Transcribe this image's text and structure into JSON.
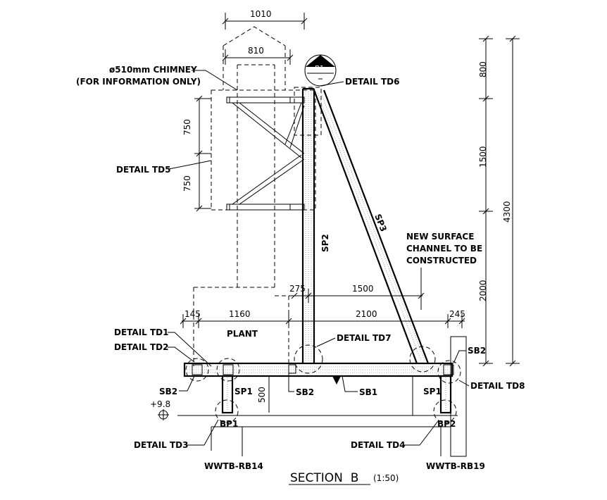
{
  "drawing": {
    "title": "SECTION  B",
    "scale": "(1:50)",
    "labels": {
      "chimney_line1": "ø510mm CHIMNEY",
      "chimney_line2": "(FOR INFORMATION ONLY)",
      "detail_td6": "DETAIL TD6",
      "detail_td5": "DETAIL TD5",
      "detail_td1": "DETAIL TD1",
      "detail_td2": "DETAIL TD2",
      "detail_td7": "DETAIL TD7",
      "detail_td8": "DETAIL TD8",
      "detail_td3": "DETAIL TD3",
      "detail_td4": "DETAIL TD4",
      "new_channel_1": "NEW SURFACE",
      "new_channel_2": "CHANNEL TO BE",
      "new_channel_3": "CONSTRUCTED",
      "plant": "PLANT",
      "b1": "B1",
      "sp1_left": "SP1",
      "sp1_right": "SP1",
      "sp2": "SP2",
      "sp3": "SP3",
      "sb1": "SB1",
      "sb2_left": "SB2",
      "sb2_mid": "SB2",
      "sb2_right": "SB2",
      "bp1": "BP1",
      "bp2": "BP2",
      "rb14": "WWTB-RB14",
      "rb19": "WWTB-RB19",
      "level": "+9.8"
    },
    "dimensions": {
      "d1010": "1010",
      "d810": "810",
      "d750a": "750",
      "d750b": "750",
      "d800": "800",
      "d1500v": "1500",
      "d4300": "4300",
      "d2000": "2000",
      "d275": "275",
      "d1500h": "1500",
      "d145": "145",
      "d1160": "1160",
      "d2100": "2100",
      "d245": "245",
      "d500": "500"
    }
  }
}
